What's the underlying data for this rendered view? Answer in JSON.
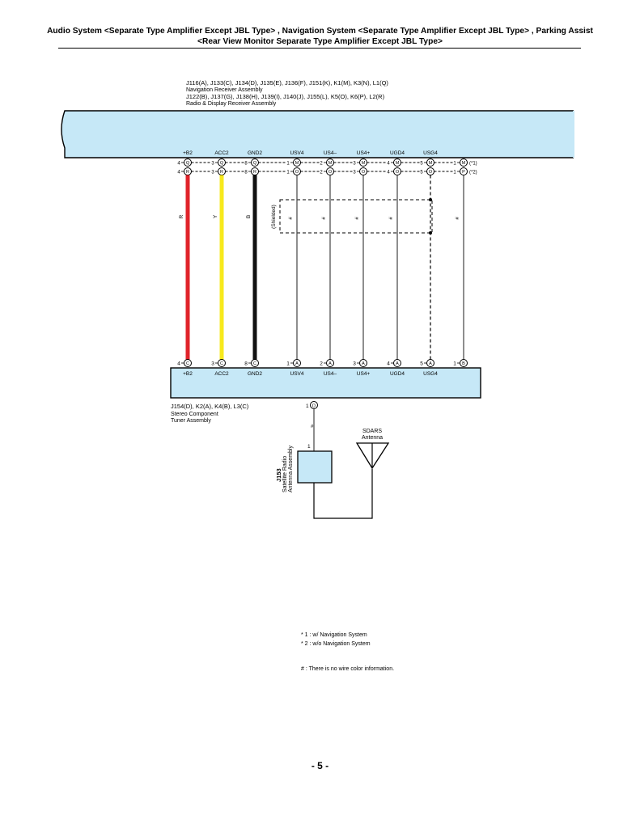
{
  "header": {
    "line1": "Audio System <Separate Type Amplifier Except JBL Type> , Navigation System <Separate Type Amplifier Except JBL Type> , Parking Assist",
    "line2": "<Rear View Monitor Separate Type Amplifier Except JBL Type>"
  },
  "nav_assembly": {
    "codes1": "J116(A), J133(C), J134(D), J135(E), J136(F), J151(K), K1(M), K3(N), L1(Q)",
    "name1": "Navigation Receiver Assembly",
    "codes2": "J122(B), J137(G), J138(H), J139(I), J140(J), J155(L), K5(O), K6(P), L2(R)",
    "name2": "Radio & Display Receiver Assembly"
  },
  "top_terminals": [
    "+B2",
    "ACC2",
    "GND2",
    "USV4",
    "US4–",
    "US4+",
    "UGD4",
    "USG4"
  ],
  "top_row1": [
    {
      "pin": "4",
      "conn": "Q"
    },
    {
      "pin": "3",
      "conn": "Q"
    },
    {
      "pin": "8",
      "conn": "Q"
    },
    {
      "pin": "1",
      "conn": "M"
    },
    {
      "pin": "2",
      "conn": "M"
    },
    {
      "pin": "3",
      "conn": "M"
    },
    {
      "pin": "4",
      "conn": "M"
    },
    {
      "pin": "5",
      "conn": "M"
    },
    {
      "pin": "1",
      "conn": "M"
    }
  ],
  "top_row2": [
    {
      "pin": "4",
      "conn": "R"
    },
    {
      "pin": "3",
      "conn": "R"
    },
    {
      "pin": "8",
      "conn": "R"
    },
    {
      "pin": "1",
      "conn": "O"
    },
    {
      "pin": "2",
      "conn": "O"
    },
    {
      "pin": "3",
      "conn": "O"
    },
    {
      "pin": "4",
      "conn": "O"
    },
    {
      "pin": "5",
      "conn": "O"
    },
    {
      "pin": "1",
      "conn": "P"
    }
  ],
  "variant_marks": [
    "(*1)",
    "(*2)"
  ],
  "wire_colors": [
    {
      "label": "R",
      "hex": "#e0232a"
    },
    {
      "label": "Y",
      "hex": "#f7e91c"
    },
    {
      "label": "B",
      "hex": "#111111"
    }
  ],
  "hash_mark": "#",
  "shielded_label": "(Shielded)",
  "bottom_row": [
    {
      "pin": "4",
      "conn": "C"
    },
    {
      "pin": "3",
      "conn": "C"
    },
    {
      "pin": "8",
      "conn": "C"
    },
    {
      "pin": "1",
      "conn": "A"
    },
    {
      "pin": "2",
      "conn": "A"
    },
    {
      "pin": "3",
      "conn": "A"
    },
    {
      "pin": "4",
      "conn": "A"
    },
    {
      "pin": "5",
      "conn": "A"
    },
    {
      "pin": "1",
      "conn": "B"
    }
  ],
  "bottom_terminals": [
    "+B2",
    "ACC2",
    "GND2",
    "USV4",
    "US4–",
    "US4+",
    "UGD4",
    "USG4"
  ],
  "tuner": {
    "codes": "J154(D), K2(A), K4(B), L3(C)",
    "name1": "Stereo Component",
    "name2": "Tuner Assembly",
    "pin": "1",
    "conn": "D"
  },
  "satellite": {
    "pin": "1",
    "code": "J153",
    "name1": "Satellite Radio",
    "name2": "Antenna Assembly"
  },
  "sdars": {
    "line1": "SDARS",
    "line2": "Antenna"
  },
  "notes": {
    "n1": "* 1 : w/ Navigation System",
    "n2": "* 2 : w/o Navigation System",
    "n3": "# : There is no wire color information."
  },
  "colors": {
    "assembly_fill": "#c6e8f7",
    "accent_red": "#e0232a",
    "accent_yellow": "#f7e91c"
  },
  "page_number": "- 5 -"
}
